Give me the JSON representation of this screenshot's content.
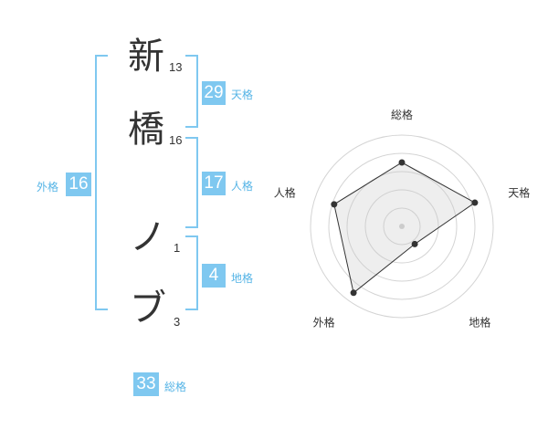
{
  "name": {
    "chars": [
      {
        "char": "新",
        "strokes": "13"
      },
      {
        "char": "橋",
        "strokes": "16"
      },
      {
        "char": "ノ",
        "strokes": "1"
      },
      {
        "char": "ブ",
        "strokes": "3"
      }
    ]
  },
  "fortune": {
    "tenkaku": {
      "value": "29",
      "label": "天格"
    },
    "jinkaku": {
      "value": "17",
      "label": "人格"
    },
    "chikaku": {
      "value": "4",
      "label": "地格"
    },
    "gaikaku": {
      "value": "16",
      "label": "外格"
    },
    "soukaku": {
      "value": "33",
      "label": "総格"
    }
  },
  "colors": {
    "accent": "#7fc8f0",
    "accent_text": "#55b4e6"
  },
  "chart_data": {
    "type": "radar",
    "axes": [
      "総格",
      "天格",
      "地格",
      "外格",
      "人格"
    ],
    "values": [
      3.5,
      4.2,
      1.2,
      4.5,
      3.9
    ],
    "range": [
      0,
      5
    ],
    "rings": 5
  }
}
